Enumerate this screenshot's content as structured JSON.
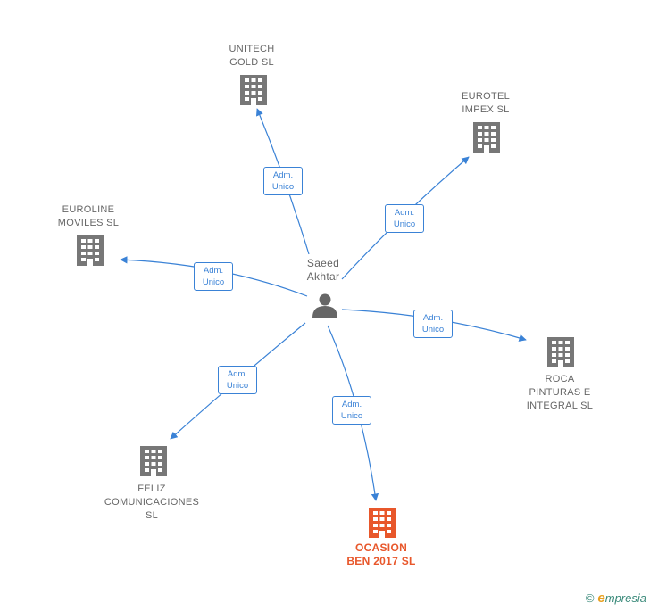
{
  "person": {
    "name": "Saeed\nAkhtar"
  },
  "companies": [
    {
      "id": "unitech",
      "name": "UNITECH\nGOLD SL",
      "highlight": false
    },
    {
      "id": "eurotel",
      "name": "EUROTEL\nIMPEX SL",
      "highlight": false
    },
    {
      "id": "euroline",
      "name": "EUROLINE\nMOVILES  SL",
      "highlight": false
    },
    {
      "id": "roca",
      "name": "ROCA\nPINTURAS E\nINTEGRAL  SL",
      "highlight": false
    },
    {
      "id": "feliz",
      "name": "FELIZ\nCOMUNICACIONES\nSL",
      "highlight": false
    },
    {
      "id": "ocasion",
      "name": "OCASION\nBEN 2017  SL",
      "highlight": true
    }
  ],
  "relation": {
    "line1": "Adm.",
    "line2": "Unico"
  },
  "colors": {
    "building": "#777777",
    "highlight": "#e8572b",
    "edge": "#3a82d6",
    "person": "#666666"
  },
  "footer": {
    "copyright": "©",
    "brand_first": "e",
    "brand_rest": "mpresia"
  }
}
